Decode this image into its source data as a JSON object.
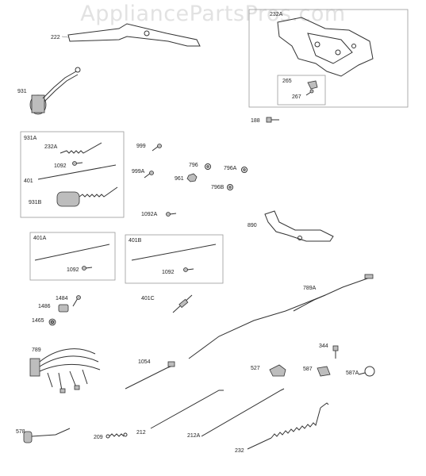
{
  "watermark": "AppliancePartsPros.com",
  "labels": {
    "p222": "222",
    "p232a_top": "232A",
    "p265": "265",
    "p267": "267",
    "p188": "188",
    "p931": "931",
    "box931a": "931A",
    "p232a": "232A",
    "p1092_a": "1092",
    "p401": "401",
    "p931b": "931B",
    "p999": "999",
    "p999a": "999A",
    "p796": "796",
    "p796a": "796A",
    "p961": "961",
    "p796b": "796B",
    "p1092a": "1092A",
    "p890": "890",
    "box401a": "401A",
    "p1092_b": "1092",
    "box401b": "401B",
    "p1092_c": "1092",
    "p789a": "789A",
    "p1484": "1484",
    "p1486": "1486",
    "p1465": "1465",
    "p401c": "401C",
    "p789": "789",
    "p1054": "1054",
    "p344": "344",
    "p527": "527",
    "p587": "587",
    "p587a": "587A",
    "p578": "578",
    "p209": "209",
    "p212": "212",
    "p212a": "212A",
    "p232": "232"
  },
  "colors": {
    "line": "#333333",
    "fill": "#bdbdbd",
    "box": "#9a9a9a",
    "watermark": "#e2e2e2"
  }
}
